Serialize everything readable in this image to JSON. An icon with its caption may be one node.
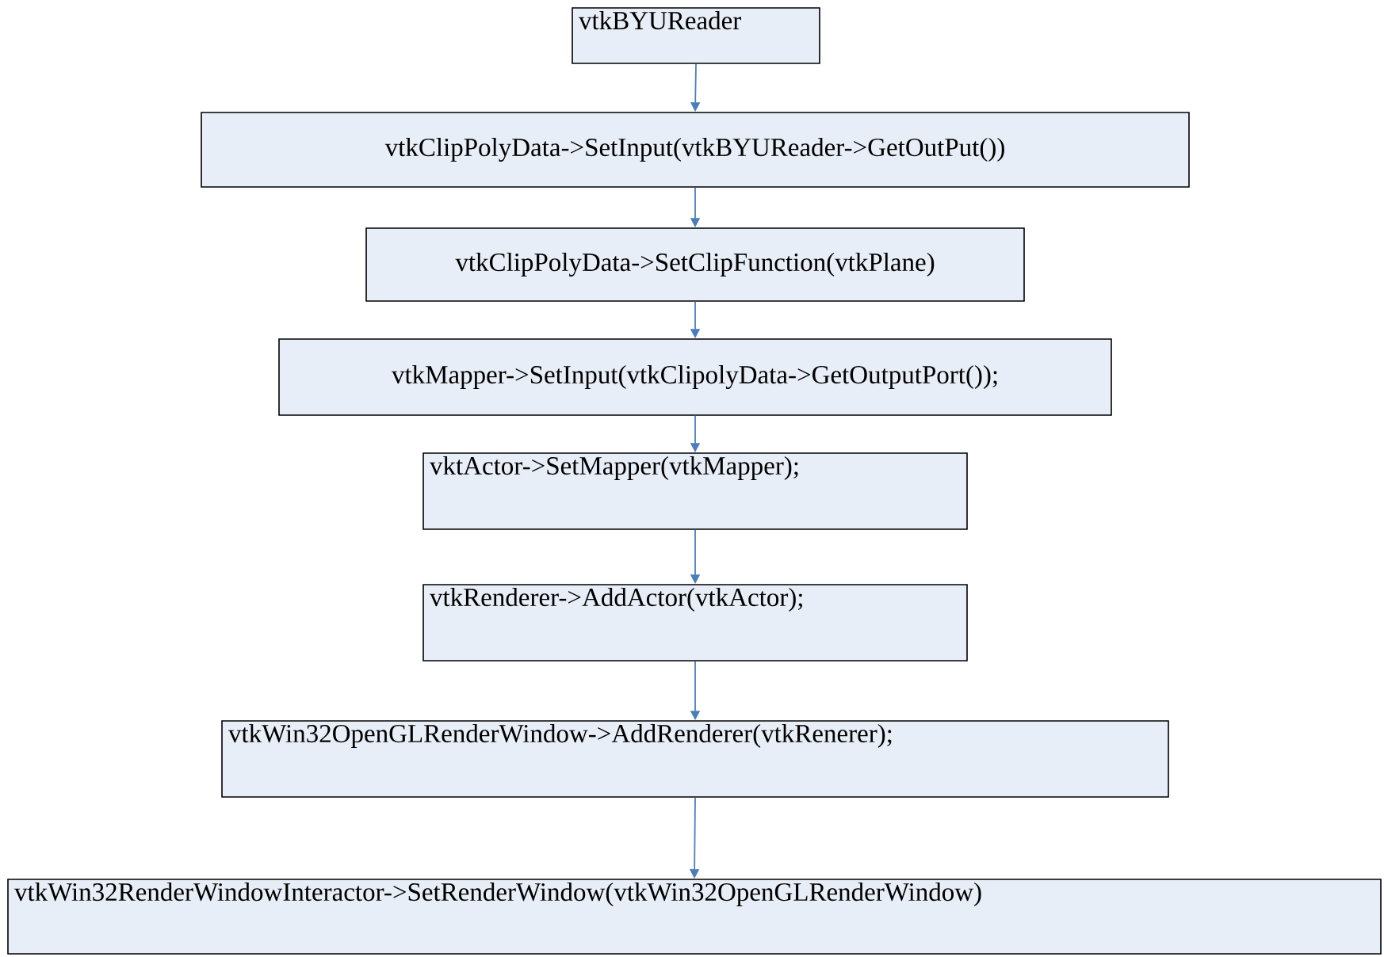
{
  "diagram": {
    "nodes": [
      {
        "text": [
          "vtkBYUReader"
        ]
      },
      {
        "text": [
          "vtkClipPolyData->SetInput(vtkBYUReader->GetOutPut())"
        ]
      },
      {
        "text": [
          "vtkClipPolyData->SetClipFunction(vtkPlane)"
        ]
      },
      {
        "text": [
          "vtkMapper->SetInput(vtkClipolyData->GetOutputPort());"
        ]
      },
      {
        "text": [
          "vktActor->SetMapper(vtkMapper);"
        ]
      },
      {
        "text": [
          "vtkRenderer->AddActor(vtkActor);"
        ]
      },
      {
        "text": [
          "vtkWin32OpenGLRenderWindow->AddRenderer(vtkRenerer);"
        ]
      },
      {
        "text": [
          "vtkWin32RenderWindowInteractor->SetRenderWindow(vtkWin32OpenGLRenderWindow)"
        ]
      }
    ],
    "edges": [
      {
        "from": 0,
        "to": 1,
        "arrow": "to"
      },
      {
        "from": 1,
        "to": 2,
        "arrow": "to"
      },
      {
        "from": 2,
        "to": 3,
        "arrow": "to"
      },
      {
        "from": 3,
        "to": 4,
        "arrow": "to"
      },
      {
        "from": 4,
        "to": 5,
        "arrow": "to"
      },
      {
        "from": 5,
        "to": 6,
        "arrow": "to"
      },
      {
        "from": 6,
        "to": 7,
        "arrow": "to"
      }
    ]
  }
}
